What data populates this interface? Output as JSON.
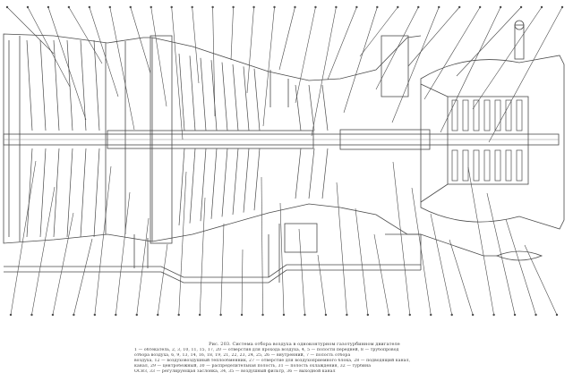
{
  "figure": {
    "title": "Рис. 203. Система отбора воздуха в одноконтурном газотурбинном двигателе",
    "legend_lines": [
      "1 — обтекатель, 2, 3, 10, 11, 15, 17, 20 — отверстия для прохода воздуха, 4, 5 — полости передней, 8 — трубопровод",
      "отбора воздуха, 6, 9, 13, 14, 16, 18, 19, 21, 22, 23, 24, 25, 26 — внутренний, 7 — полость отбора",
      "воздуха, 12 — воздуховоздушный теплообменник, 27 — отверстие для воздухоприемного блока, 28 — подводящий канал,",
      "канал, 29 — центробежный, 30 — распределительная полость, 31 — полость охлаждения, 32 — турбина",
      "ОСВЗ, 33 — регулирующая заслонка, 34, 35 — воздушный фильтр, 36 — выходной канал"
    ]
  },
  "callouts": {
    "top_count": 28,
    "bottom_count": 27
  },
  "colors": {
    "ink": "#4a4a4a",
    "light_ink": "#8a8a8a",
    "paper": "#ffffff"
  }
}
